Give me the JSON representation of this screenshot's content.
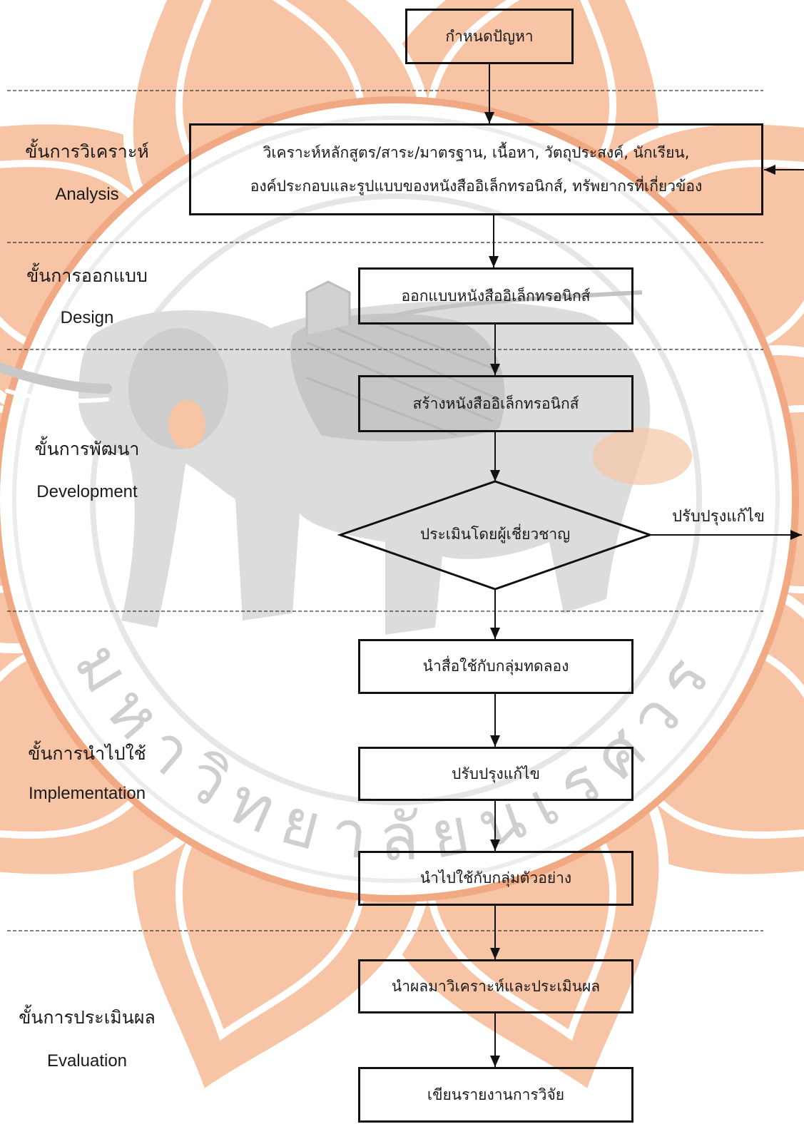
{
  "watermark": {
    "seal_text": "มหาวิทยาลัยนเรศวร"
  },
  "stages": [
    {
      "th": "ขั้นการวิเคราะห์",
      "en": "Analysis"
    },
    {
      "th": "ขั้นการออกแบบ",
      "en": "Design"
    },
    {
      "th": "ขั้นการพัฒนา",
      "en": "Development"
    },
    {
      "th": "ขั้นการนำไปใช้",
      "en": "Implementation"
    },
    {
      "th": "ขั้นการประเมินผล",
      "en": "Evaluation"
    }
  ],
  "nodes": {
    "define_problem": "กำหนดปัญหา",
    "analyze": {
      "line1": "วิเคราะห์หลักสูตร/สาระ/มาตรฐาน, เนื้อหา, วัตถุประสงค์, นักเรียน,",
      "line2": "องค์ประกอบและรูปแบบของหนังสืออิเล็กทรอนิกส์, ทรัพยากรที่เกี่ยวข้อง"
    },
    "design": "ออกแบบหนังสืออิเล็กทรอนิกส์",
    "build": "สร้างหนังสืออิเล็กทรอนิกส์",
    "expert_review": "ประเมินโดยผู้เชี่ยวชาญ",
    "try_out": "นำสื่อใช้กับกลุ่มทดลอง",
    "revise": "ปรับปรุงแก้ไข",
    "implement": "นำไปใช้กับกลุ่มตัวอย่าง",
    "analyze_results": "นำผลมาวิเคราะห์และประเมินผล",
    "report": "เขียนรายงานการวิจัย"
  },
  "edges": {
    "feedback_label": "ปรับปรุงแก้ไข"
  },
  "colors": {
    "box-border": "#111111",
    "text": "#1a1a1a",
    "divider": "#333333",
    "seal-orange": "#f7c4a5",
    "seal-ring": "#f0a982",
    "elephant": "#dcdcdc",
    "elephant-dark": "#c6c6c6",
    "seal-text": "#cfcfcf"
  }
}
